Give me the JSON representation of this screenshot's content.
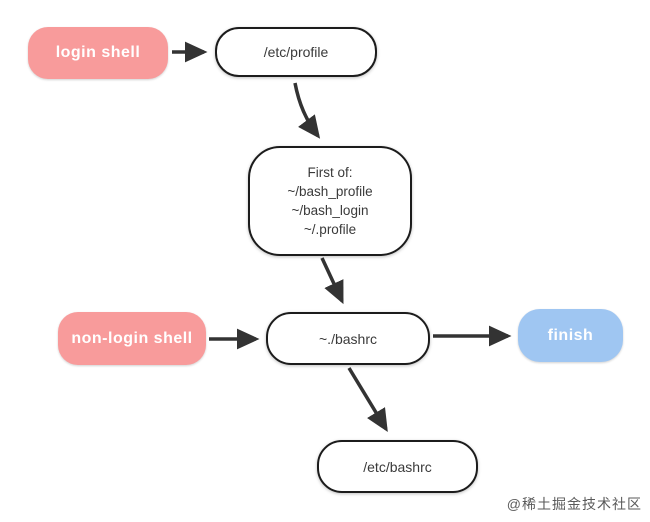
{
  "diagram": {
    "title_hint": "bash shell startup files flow",
    "colors": {
      "background": "#ffffff",
      "pink_node": "#f89b9b",
      "blue_node": "#9fc6f2",
      "white_node_border": "#1c1c1c",
      "arrow": "#333333",
      "node_text_dark": "#3a3a3a",
      "node_text_light": "#ffffff",
      "watermark_text": "#5a5a5a"
    },
    "nodes": {
      "login_shell": {
        "label": "login shell",
        "style": "pink"
      },
      "etc_profile": {
        "label": "/etc/profile",
        "style": "white"
      },
      "first_of": {
        "lines": [
          "First of:",
          "~/bash_profile",
          "~/bash_login",
          "~/.profile"
        ],
        "style": "white"
      },
      "non_login_shell": {
        "label": "non-login shell",
        "style": "pink"
      },
      "bashrc": {
        "label": "~./bashrc",
        "style": "white"
      },
      "finish": {
        "label": "finish",
        "style": "blue"
      },
      "etc_bashrc": {
        "label": "/etc/bashrc",
        "style": "white"
      }
    },
    "edges": [
      {
        "from": "login_shell",
        "to": "etc_profile"
      },
      {
        "from": "etc_profile",
        "to": "first_of"
      },
      {
        "from": "first_of",
        "to": "bashrc"
      },
      {
        "from": "non_login_shell",
        "to": "bashrc"
      },
      {
        "from": "bashrc",
        "to": "finish"
      },
      {
        "from": "bashrc",
        "to": "etc_bashrc"
      }
    ],
    "watermark": "@稀土掘金技术社区"
  }
}
